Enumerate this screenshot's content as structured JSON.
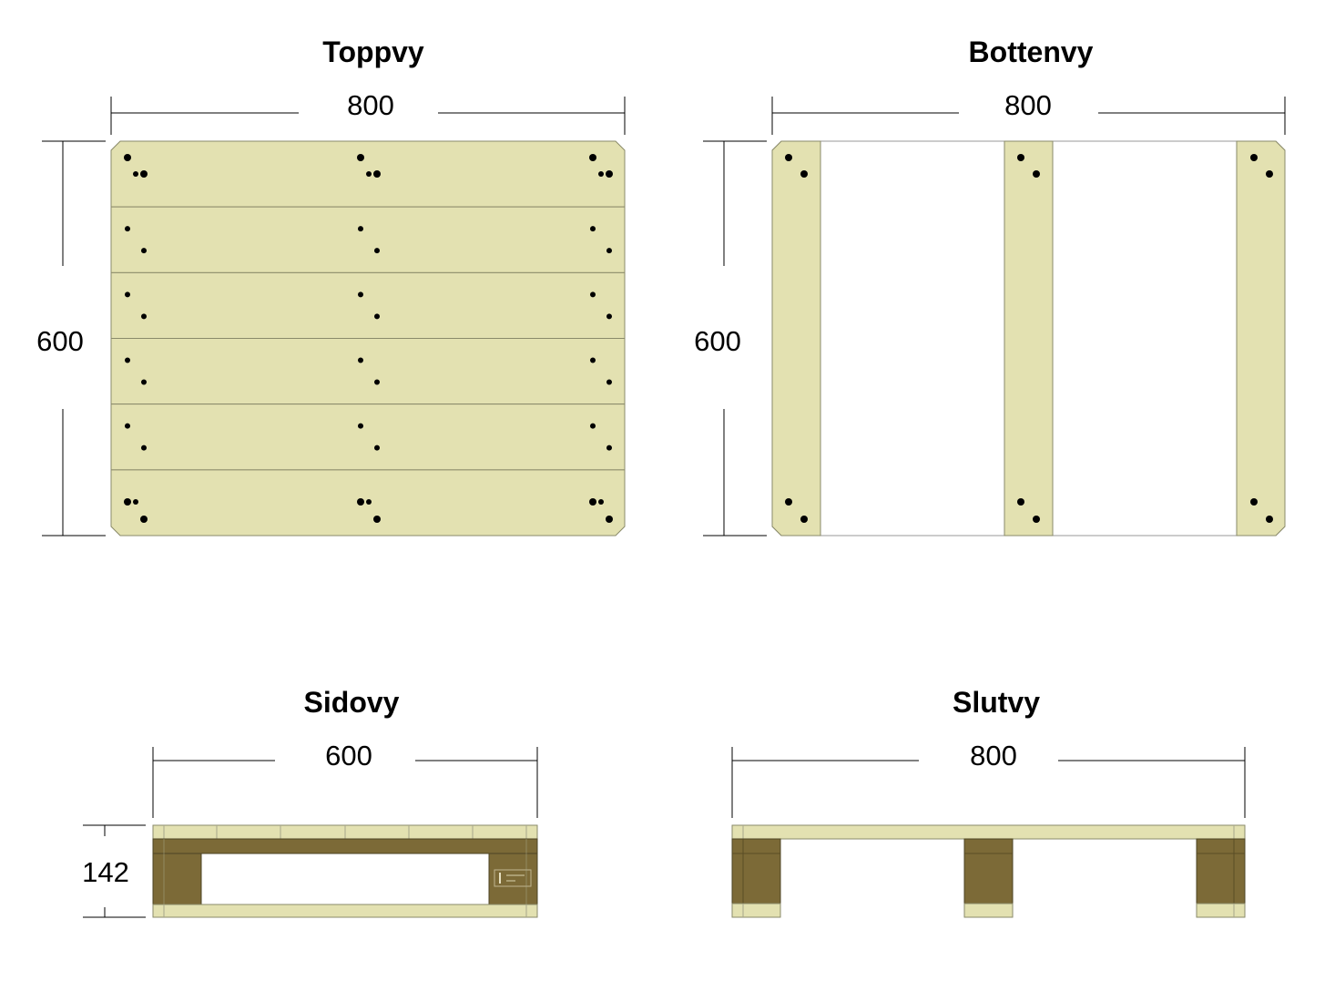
{
  "views": {
    "top": {
      "title": "Toppvy",
      "width_label": "800",
      "height_label": "600"
    },
    "bottom": {
      "title": "Bottenvy",
      "width_label": "800",
      "height_label": "600"
    },
    "side": {
      "title": "Sidovy",
      "width_label": "600",
      "height_label": "142"
    },
    "end": {
      "title": "Slutvy",
      "width_label": "800"
    }
  },
  "colors": {
    "board": "#e3e1b1",
    "block": "#7c6a37",
    "outline": "#9a9a9a",
    "nail": "#000000"
  }
}
